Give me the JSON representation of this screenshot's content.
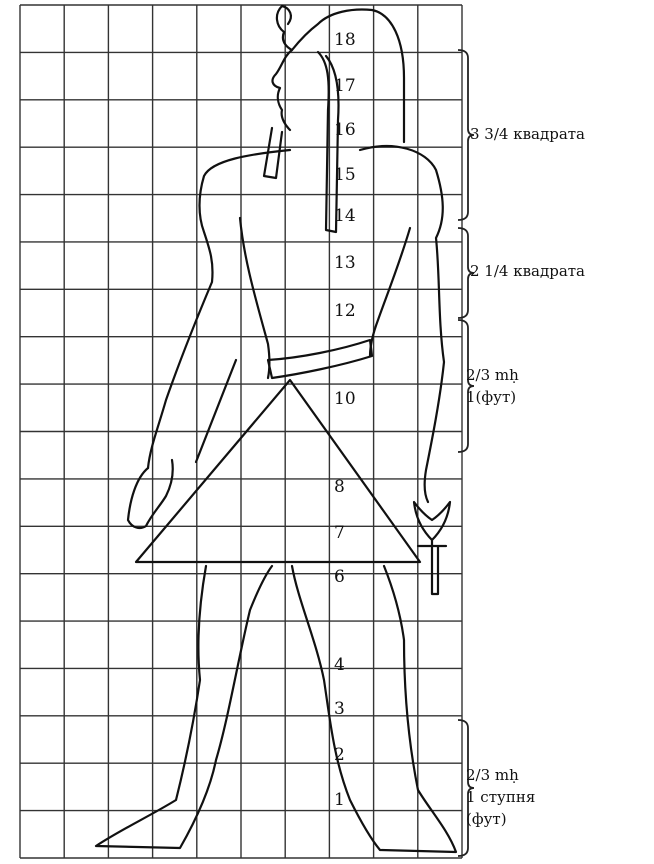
{
  "row_labels": [
    "18",
    "17",
    "16",
    "15",
    "14",
    "13",
    "12",
    "10",
    "8",
    "7",
    "6",
    "4",
    "3",
    "2",
    "1"
  ],
  "annotations": [
    {
      "lines": [
        "3 3/4 квадрата"
      ]
    },
    {
      "lines": [
        "2 1/4 квадрата"
      ]
    },
    {
      "lines": [
        "2/3 mḥ",
        "1(фут)"
      ]
    },
    {
      "lines": [
        "2/3 mḥ",
        "1 ступня",
        "(фут)"
      ]
    }
  ],
  "grid": {
    "columns": 10,
    "rows": 18
  }
}
